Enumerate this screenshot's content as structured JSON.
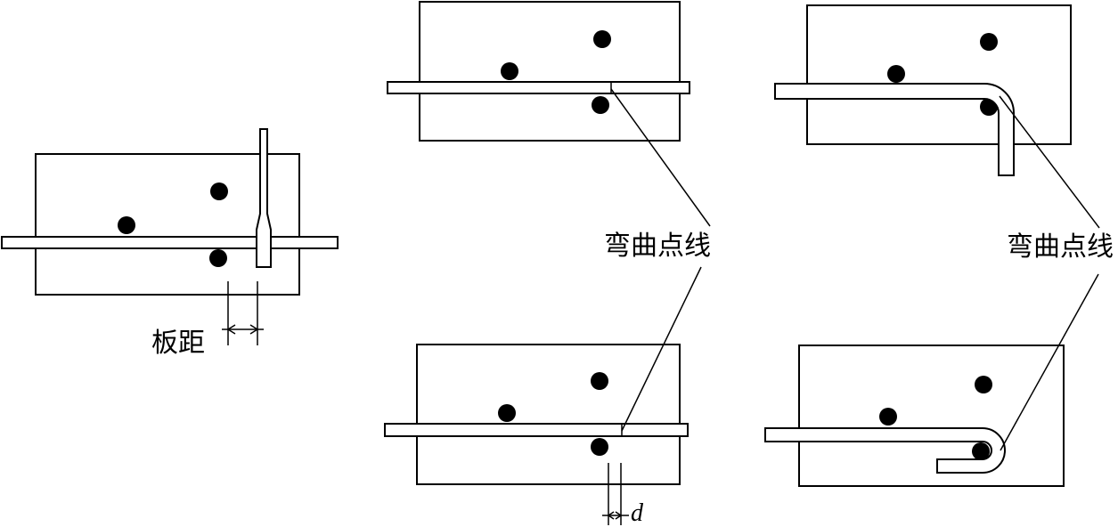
{
  "labels": {
    "plate_spacing": "板距",
    "bend_line_top": "弯曲点线",
    "bend_line_right": "弯曲点线",
    "bar_diameter": "d"
  }
}
